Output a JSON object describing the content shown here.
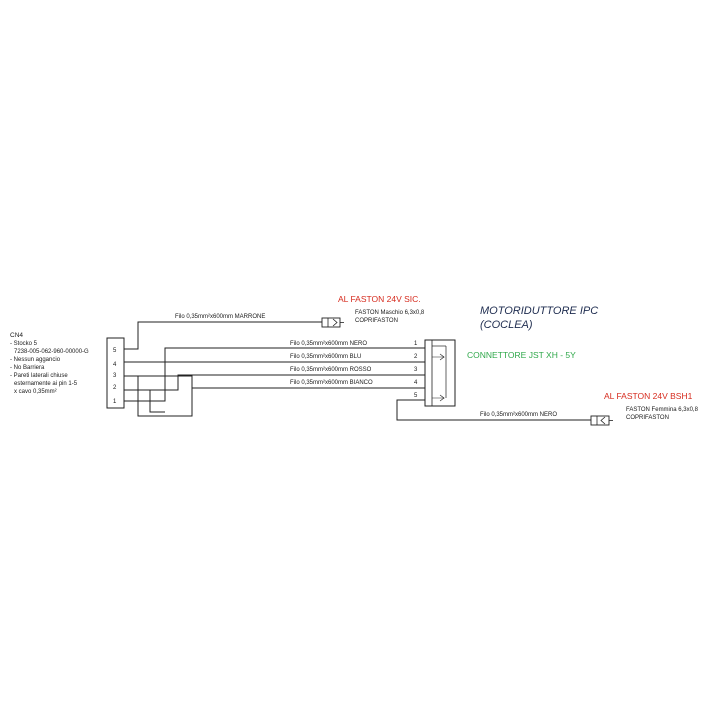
{
  "cn4": {
    "title": "CN4",
    "lines": [
      "- Stocko 5",
      "  7238-005-062-960-00000-G",
      "- Nessun aggancio",
      "- No Barriera",
      "- Pareti laterali chiuse",
      "  esternamente ai pin 1-5",
      "  x cavo 0,35mm²"
    ],
    "pins": [
      "5",
      "4",
      "3",
      "2",
      "1"
    ]
  },
  "faston_sic": {
    "label": "AL FASTON 24V SIC.",
    "desc1": "FASTON Maschio 6,3x0,8",
    "desc2": "COPRIFASTON",
    "wire": "Filo 0,35mm²x600mm MARRONE"
  },
  "wires": [
    {
      "label": "Filo 0,35mm²x600mm NERO",
      "pin": "1"
    },
    {
      "label": "Filo 0,35mm²x600mm BLU",
      "pin": "2"
    },
    {
      "label": "Filo 0,35mm²x600mm ROSSO",
      "pin": "3"
    },
    {
      "label": "Filo 0,35mm²x600mm BIANCO",
      "pin": "4"
    }
  ],
  "jst": {
    "pin5": "5",
    "label": "CONNETTORE  JST  XH - 5Y"
  },
  "motor": {
    "line1": "MOTORIDUTTORE IPC",
    "line2": "(COCLEA)"
  },
  "faston_bsh": {
    "label": "AL FASTON 24V BSH1",
    "desc1": "FASTON Femmina 6,3x0,8",
    "desc2": "COPRIFASTON",
    "wire": "Filo 0,35mm²x600mm NERO"
  }
}
